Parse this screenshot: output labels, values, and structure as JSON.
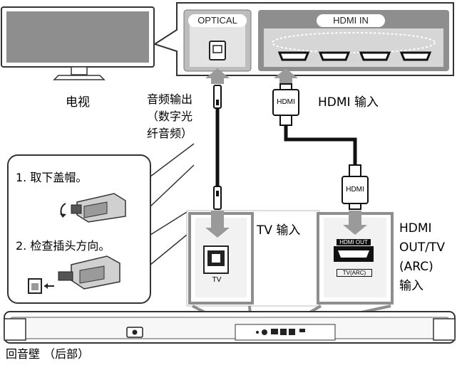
{
  "tv_label": "电视",
  "port_panel": {
    "optical_tag": "OPTICAL",
    "hdmi_in_tag": "HDMI IN"
  },
  "cable_labels": {
    "optical_audio_out": "音频输出\n（数字光\n纤音频）",
    "hdmi_input": "HDMI 输入",
    "hdmi_plug_top": "HDMI",
    "hdmi_plug_bottom": "HDMI"
  },
  "instructions": {
    "step1": "1. 取下盖帽。",
    "step2": "2. 检查插头方向。"
  },
  "soundbar_ports": {
    "tv_input_label": "TV 输入",
    "tv_jack_text": "TV",
    "hdmi_out_label": "HDMI\nOUT/TV\n(ARC)\n输入",
    "hdmi_out_jack_text": "HDMI OUT",
    "tv_arc_jack_text": "TV(ARC)"
  },
  "rear_wall_label": "回音壁 （后部）",
  "colors": {
    "panel_gray": "#8e8e8e",
    "light_gray": "#d6d6d6",
    "outline": "#333333",
    "cable": "#111111"
  }
}
